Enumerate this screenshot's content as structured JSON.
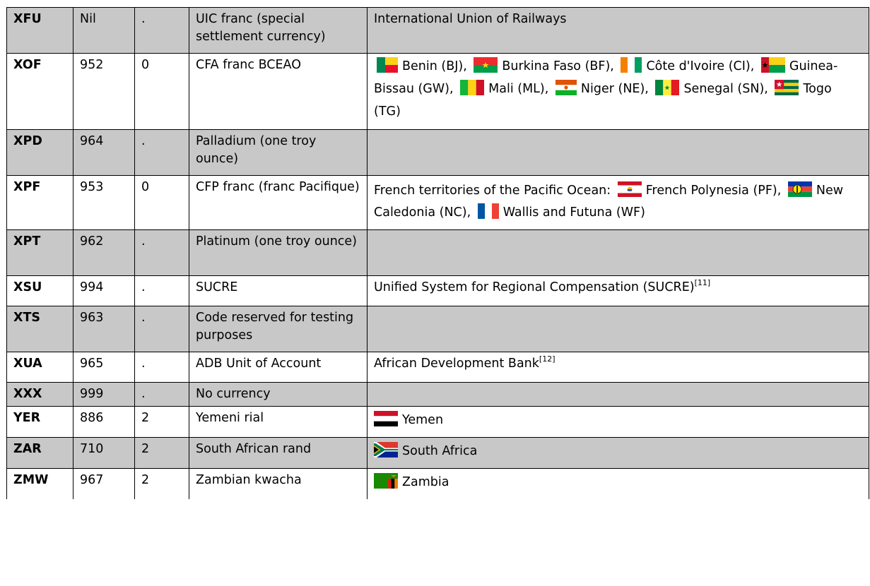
{
  "rows": [
    {
      "code": "XFU",
      "num": "Nil",
      "exp": ".",
      "name": "UIC franc (special settlement currency)",
      "location": "International Union of Railways"
    },
    {
      "code": "XOF",
      "num": "952",
      "exp": "0",
      "name": "CFA franc BCEAO",
      "entities": [
        {
          "flag": "flag-benin-icon",
          "text": "Benin (BJ),"
        },
        {
          "flag": "flag-burkina-faso-icon",
          "text": "Burkina Faso (BF),"
        },
        {
          "flag": "flag-cote-divoire-icon",
          "text": "Côte d'Ivoire (CI),"
        },
        {
          "flag": "flag-guinea-bissau-icon",
          "text": "Guinea-Bissau (GW),"
        },
        {
          "flag": "flag-mali-icon",
          "text": "Mali (ML),"
        },
        {
          "flag": "flag-niger-icon",
          "text": "Niger (NE),"
        },
        {
          "flag": "flag-senegal-icon",
          "text": "Senegal (SN),"
        },
        {
          "flag": "flag-togo-icon",
          "text": "Togo (TG)"
        }
      ]
    },
    {
      "code": "XPD",
      "num": "964",
      "exp": ".",
      "name": "Palladium (one troy ounce)",
      "location": ""
    },
    {
      "code": "XPF",
      "num": "953",
      "exp": "0",
      "name": "CFP franc (franc Pacifique)",
      "prefix": "French territories of the Pacific Ocean:",
      "entities": [
        {
          "flag": "flag-french-polynesia-icon",
          "text": "French Polynesia (PF),"
        },
        {
          "flag": "flag-new-caledonia-icon",
          "text": "New Caledonia (NC),"
        },
        {
          "flag": "flag-wallis-futuna-icon",
          "text": "Wallis and Futuna (WF)"
        }
      ]
    },
    {
      "code": "XPT",
      "num": "962",
      "exp": ".",
      "name": "Platinum (one troy ounce)",
      "location": ""
    },
    {
      "code": "XSU",
      "num": "994",
      "exp": ".",
      "name": "SUCRE",
      "location": "Unified System for Regional Compensation (SUCRE)",
      "ref": "[11]"
    },
    {
      "code": "XTS",
      "num": "963",
      "exp": ".",
      "name": "Code reserved for testing purposes",
      "location": ""
    },
    {
      "code": "XUA",
      "num": "965",
      "exp": ".",
      "name": "ADB Unit of Account",
      "location": "African Development Bank",
      "ref": "[12]"
    },
    {
      "code": "XXX",
      "num": "999",
      "exp": ".",
      "name": "No currency",
      "location": ""
    },
    {
      "code": "YER",
      "num": "886",
      "exp": "2",
      "name": "Yemeni rial",
      "entities": [
        {
          "flag": "flag-yemen-icon",
          "text": "Yemen"
        }
      ]
    },
    {
      "code": "ZAR",
      "num": "710",
      "exp": "2",
      "name": "South African rand",
      "entities": [
        {
          "flag": "flag-south-africa-icon",
          "text": "South Africa"
        }
      ]
    },
    {
      "code": "ZMW",
      "num": "967",
      "exp": "2",
      "name": "Zambian kwacha",
      "entities": [
        {
          "flag": "flag-zambia-icon",
          "text": "Zambia"
        }
      ]
    }
  ]
}
